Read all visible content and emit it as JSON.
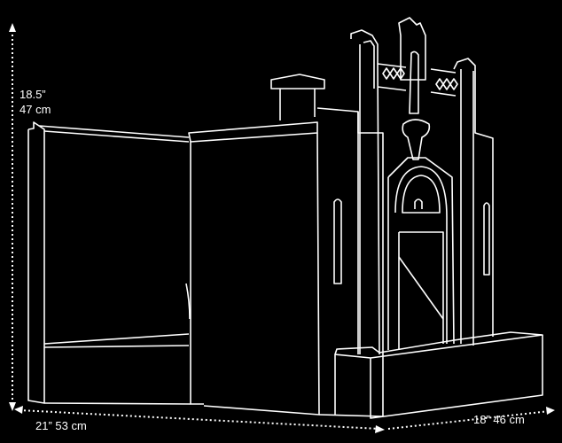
{
  "dimensions": {
    "height_in": "18.5”",
    "height_cm": "47 cm",
    "width": "21” 53 cm",
    "depth": "18” 46 cm"
  },
  "colors": {
    "background": "#000000",
    "line": "#ffffff"
  }
}
